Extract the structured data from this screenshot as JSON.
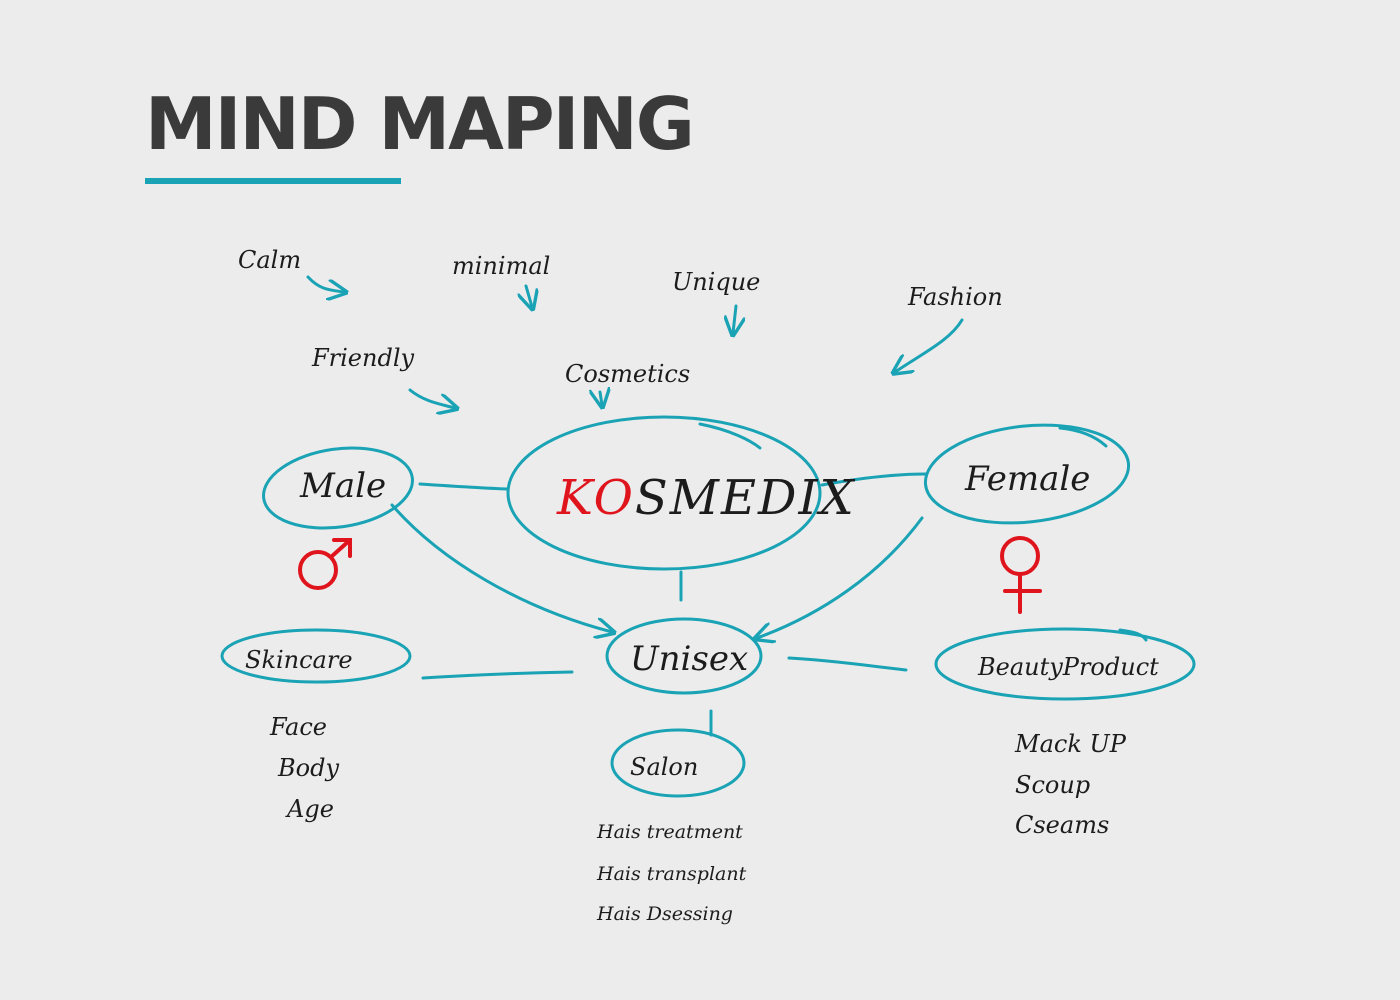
{
  "title": "MIND MAPING",
  "colors": {
    "accent": "#1aa3b5",
    "highlight": "#e0141c",
    "text": "#3a3a3a",
    "background": "#ececec"
  },
  "keywords": [
    "Calm",
    "minimal",
    "Unique",
    "Fashion",
    "Friendly",
    "Cosmetics"
  ],
  "center": {
    "label_red": "KO",
    "label_rest": "SMEDIX"
  },
  "nodes": {
    "male": "Male",
    "female": "Female",
    "unisex": "Unisex",
    "skincare": "Skincare",
    "beauty_product": "BeautyProduct",
    "salon": "Salon"
  },
  "lists": {
    "skincare": [
      "Face",
      "Body",
      "Age"
    ],
    "salon": [
      "Hais treatment",
      "Hais transplant",
      "Hais Dsessing"
    ],
    "beauty_product": [
      "Mack UP",
      "Scoup",
      "Cseams"
    ]
  },
  "icons": {
    "male": "male-symbol-icon",
    "female": "female-symbol-icon"
  }
}
